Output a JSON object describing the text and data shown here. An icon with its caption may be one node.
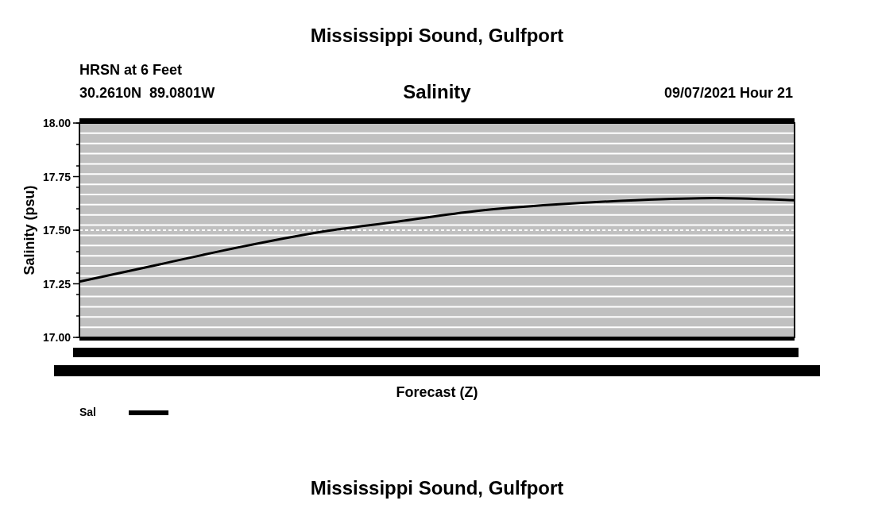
{
  "diagram": {
    "title": "Mississippi Sound, Gulfport",
    "caption": "Mississippi Sound, Gulfport",
    "labels": [
      "HRSN at 6 Feet",
      "30.2610N  89.0801W",
      "09/07/2021 Hour 21"
    ],
    "legend": [
      {
        "text": "Sal"
      }
    ],
    "chart_data": {
      "type": "line",
      "title": "Salinity",
      "xlabel": "Forecast (Z)",
      "ylabel": "Salinity (psu)",
      "ylim": [
        17,
        18
      ],
      "yticks": [
        {
          "value": 17,
          "label": "17.00"
        },
        {
          "value": 17.25,
          "label": "17.25"
        },
        {
          "value": 17.5,
          "label": "17.50"
        },
        {
          "value": 17.75,
          "label": "17.75"
        },
        {
          "value": 18,
          "label": "18.00"
        }
      ],
      "series": [
        {
          "color": "#000000",
          "values": [
            17.26,
            17.34,
            17.42,
            17.49,
            17.54,
            17.59,
            17.62,
            17.64,
            17.65,
            17.64
          ]
        }
      ]
    }
  }
}
